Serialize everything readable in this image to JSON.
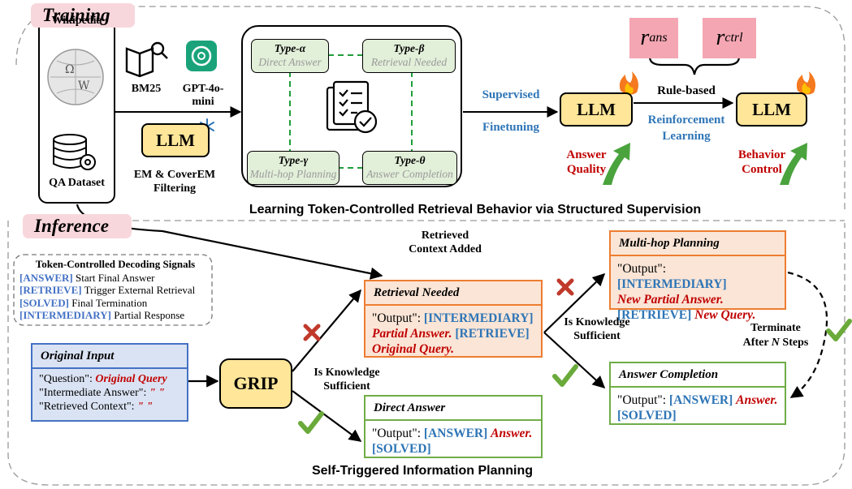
{
  "sections": {
    "training": "Training",
    "inference": "Inference",
    "training_caption": "Learning Token-Controlled Retrieval Behavior via Structured Supervision",
    "inference_caption": "Self-Triggered Information Planning"
  },
  "sources": {
    "wikipedia": "Wikipedia",
    "qa_dataset": "QA Dataset",
    "bm25": "BM25",
    "gpt": "GPT-4o-mini",
    "llm": "LLM",
    "filtering_line1": "EM & CoverEM",
    "filtering_line2": "Filtering"
  },
  "types": [
    {
      "name": "Type-α",
      "desc": "Direct Answer"
    },
    {
      "name": "Type-β",
      "desc": "Retrieval Needed"
    },
    {
      "name": "Type-γ",
      "desc": "Multi-hop Planning"
    },
    {
      "name": "Type-θ",
      "desc": "Answer Completion"
    }
  ],
  "training": {
    "supervised": "Supervised",
    "finetuning": "Finetuning",
    "llm1": "LLM",
    "llm2": "LLM",
    "r_ans_base": "r",
    "r_ans_sub": "ans",
    "r_ctrl_base": "r",
    "r_ctrl_sub": "ctrl",
    "rule_based": "Rule-based",
    "rl_line1": "Reinforcement",
    "rl_line2": "Learning",
    "answer_quality_line1": "Answer",
    "answer_quality_line2": "Quality",
    "behavior_control_line1": "Behavior",
    "behavior_control_line2": "Control"
  },
  "signals": {
    "title": "Token-Controlled Decoding Signals",
    "items": [
      {
        "token": "[ANSWER]",
        "text": "Start Final Answer"
      },
      {
        "token": "[RETRIEVE]",
        "text": "Trigger External Retrieval"
      },
      {
        "token": "[SOLVED]",
        "text": "Final Termination"
      },
      {
        "token": "[INTERMEDIARY]",
        "text": "Partial Response"
      }
    ]
  },
  "original_input": {
    "title": "Original Input",
    "q_key": "\"Question\": ",
    "q_val": "Original Query",
    "ia_key": "\"Intermediate Answer\": ",
    "ia_val": "\" \"",
    "rc_key": "\"Retrieved Context\": ",
    "rc_val": "\" \""
  },
  "inference": {
    "grip": "GRIP",
    "is_knowledge_line1": "Is Knowledge",
    "is_knowledge_line2": "Sufficient",
    "retrieved_line1": "Retrieved",
    "retrieved_line2": "Context Added",
    "terminate_line1": "Terminate",
    "terminate_line2_a": "After ",
    "terminate_line2_n": "N",
    "terminate_line2_b": " Steps"
  },
  "cards": {
    "retrieval": {
      "title": "Retrieval Needed",
      "out": "\"Output\": ",
      "tok1": "[INTERMEDIARY]",
      "red1": "Partial Answer.",
      "tok2": "[RETRIEVE]",
      "red2": "Original Query."
    },
    "direct": {
      "title": "Direct Answer",
      "out": "\"Output\": ",
      "tok1": "[ANSWER]",
      "red1": "Answer.",
      "tok2": "[SOLVED]"
    },
    "multihop": {
      "title": "Multi-hop Planning",
      "out": "\"Output\": ",
      "tok1": "[INTERMEDIARY]",
      "red1": "New Partial Answer.",
      "tok2": "[RETRIEVE]",
      "red2": "New Query."
    },
    "completion": {
      "title": "Answer Completion",
      "out": "\"Output\": ",
      "tok1": "[ANSWER]",
      "red1": "Answer.",
      "tok2": "[SOLVED]"
    }
  },
  "colors": {
    "token_blue": "#2e75b6",
    "accent_red": "#c00000",
    "llm_yellow": "#ffe699",
    "reward_pink": "#f4a6b3"
  }
}
